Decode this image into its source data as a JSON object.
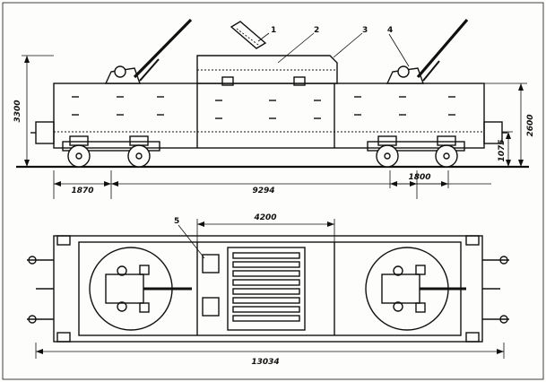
{
  "callouts": [
    "1",
    "2",
    "3",
    "4",
    "5"
  ],
  "side_view": {
    "heights": [
      "3300",
      "2600",
      "1075"
    ],
    "lengths": [
      "1870",
      "9294",
      "1800"
    ]
  },
  "top_view": {
    "lengths": [
      "4200",
      "13034"
    ]
  }
}
